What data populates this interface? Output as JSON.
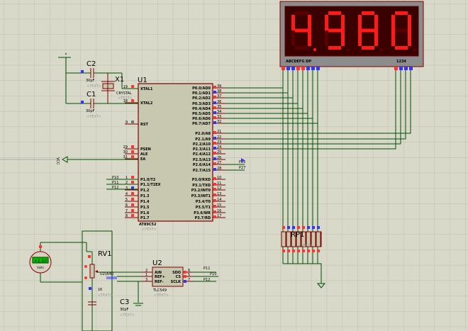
{
  "display": {
    "value_digits": [
      "4",
      "9",
      "8",
      "0"
    ],
    "dp_after_first": true,
    "segment_label": "ABCDEFG  DP",
    "digit_label": "1234",
    "on_color": "#ff1a1a",
    "off_color": "#5a0000"
  },
  "u1": {
    "ref": "U1",
    "part": "AT89C52",
    "text": "<TEXT>",
    "left_pins": [
      {
        "name": "XTAL1",
        "num": "19"
      },
      {
        "name": "XTAL2",
        "num": "18"
      },
      {
        "name": "RST",
        "num": "9"
      },
      {
        "name": "PSEN",
        "num": "29"
      },
      {
        "name": "ALE",
        "num": "30"
      },
      {
        "name": "EA",
        "num": "31"
      },
      {
        "name": "P1.0/T2",
        "num": "1"
      },
      {
        "name": "P1.1/T2EX",
        "num": "2"
      },
      {
        "name": "P1.2",
        "num": "3"
      },
      {
        "name": "P1.3",
        "num": "4"
      },
      {
        "name": "P1.4",
        "num": "5"
      },
      {
        "name": "P1.5",
        "num": "6"
      },
      {
        "name": "P1.6",
        "num": "7"
      },
      {
        "name": "P1.7",
        "num": "8"
      }
    ],
    "right_pins": [
      {
        "name": "P0.0/AD0",
        "num": "39"
      },
      {
        "name": "P0.1/AD1",
        "num": "38"
      },
      {
        "name": "P0.2/AD2",
        "num": "37"
      },
      {
        "name": "P0.3/AD3",
        "num": "36"
      },
      {
        "name": "P0.4/AD4",
        "num": "35"
      },
      {
        "name": "P0.5/AD5",
        "num": "34"
      },
      {
        "name": "P0.6/AD6",
        "num": "33"
      },
      {
        "name": "P0.7/AD7",
        "num": "32"
      },
      {
        "name": "P2.0/A8",
        "num": "21"
      },
      {
        "name": "P2.1/A9",
        "num": "22"
      },
      {
        "name": "P2.2/A10",
        "num": "23"
      },
      {
        "name": "P2.3/A11",
        "num": "24"
      },
      {
        "name": "P2.4/A12",
        "num": "25"
      },
      {
        "name": "P2.5/A13",
        "num": "26"
      },
      {
        "name": "P2.6/A14",
        "num": "27"
      },
      {
        "name": "P2.7/A15",
        "num": "28"
      },
      {
        "name": "P3.0/RXD",
        "num": "10"
      },
      {
        "name": "P3.1/TXD",
        "num": "11"
      },
      {
        "name": "P3.2/INT0",
        "num": "12"
      },
      {
        "name": "P3.3/INT1",
        "num": "13"
      },
      {
        "name": "P3.4/T0",
        "num": "14"
      },
      {
        "name": "P3.5/T1",
        "num": "15"
      },
      {
        "name": "P3.6/WR",
        "num": "16"
      },
      {
        "name": "P3.7/RD",
        "num": "17"
      }
    ]
  },
  "u2": {
    "ref": "U2",
    "part": "TLC549",
    "text": "<TEXT>",
    "left_pins": [
      {
        "name": "AIN",
        "num": "2"
      },
      {
        "name": "REF+",
        "num": "1"
      },
      {
        "name": "REF-",
        "num": "3"
      }
    ],
    "right_pins": [
      {
        "name": "SDO",
        "num": "6"
      },
      {
        "name": "CS",
        "num": "5"
      },
      {
        "name": "SCLK",
        "num": "7"
      }
    ]
  },
  "c1": {
    "ref": "C1",
    "value": "30pF",
    "text": "<TEXT>"
  },
  "c2": {
    "ref": "C2",
    "value": "30pF",
    "text": "<TEXT>"
  },
  "c3": {
    "ref": "C3",
    "value": "30pF",
    "text": "<TEXT>"
  },
  "x1": {
    "ref": "X1",
    "part": "CRYSTAL",
    "text": "<TEXT>"
  },
  "rv1": {
    "ref": "RV1",
    "value": "1K",
    "text": "<TEXT>"
  },
  "rp1": {
    "ref": "RP1",
    "text": "<TEXT>"
  },
  "voltmeter": {
    "reading": "+2.50",
    "unit": "Volts"
  },
  "vcc_label": "VCC",
  "net_labels": {
    "p10": "P10",
    "p11": "P11",
    "p12": "P12",
    "p26": "P26",
    "p27": "P27",
    "u2_p11": "P11",
    "u2_p10": "P10",
    "u2_p12": "P12",
    "adc_in": "U2(AIN)"
  }
}
